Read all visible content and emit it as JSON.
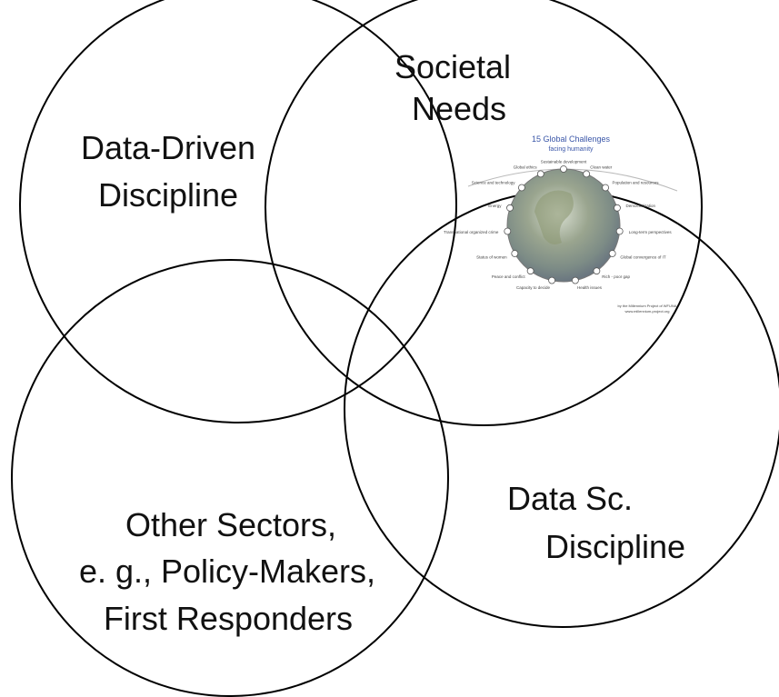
{
  "diagram": {
    "circles": [
      {
        "id": "data-driven",
        "lines": [
          "Data-Driven",
          "Discipline"
        ]
      },
      {
        "id": "societal",
        "lines": [
          "Societal",
          "Needs"
        ]
      },
      {
        "id": "data-sc",
        "lines": [
          "Data Sc.",
          "Discipline"
        ]
      },
      {
        "id": "other",
        "lines": [
          "Other Sectors,",
          "e. g., Policy-Makers,",
          "First Responders"
        ]
      }
    ],
    "inset": {
      "title": "15 Global Challenges",
      "subtitle": "facing humanity",
      "challenges": [
        "Sustainable development",
        "Clean water",
        "Population and resources",
        "Democratization",
        "Long-term perspectives",
        "Global convergence of IT",
        "Rich - poor gap",
        "Health issues",
        "Capacity to decide",
        "Peace and conflict",
        "Status of women",
        "Transnational organized crime",
        "Energy",
        "Science and technology",
        "Global ethics"
      ],
      "credit_lines": [
        "by the Millennium Project of WFUNA",
        "www.millennium-project.org"
      ]
    }
  }
}
